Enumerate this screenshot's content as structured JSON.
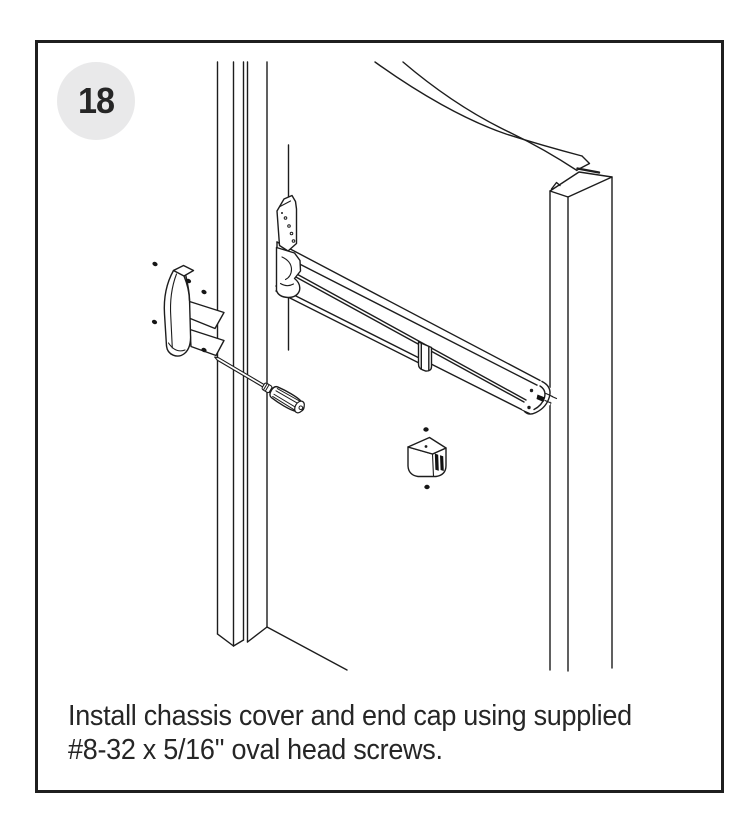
{
  "step": {
    "number": "18",
    "badge_bg": "#e9e9ea",
    "badge_text_color": "#262626"
  },
  "caption": {
    "line1": "Install chassis cover and end cap using supplied",
    "line2": "#8-32 x 5/16'' oval head screws.",
    "text_color": "#262626"
  },
  "illustration": {
    "type": "technical-line-drawing",
    "line_color": "#1d1d1d",
    "parts": [
      "door-left-stile",
      "door-top-rail",
      "door-right-stile",
      "vertical-rod",
      "exit-device-bar",
      "device-chassis",
      "chassis-cover",
      "chassis-cover-screws",
      "screwdriver",
      "end-cap",
      "end-cap-screws"
    ]
  }
}
